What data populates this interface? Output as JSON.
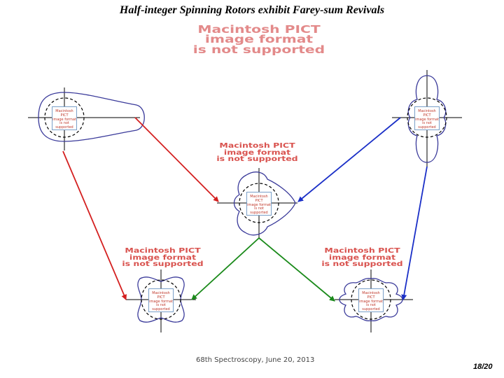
{
  "title": "Half-integer Spinning Rotors exhibit Farey-sum Revivals",
  "placeholder_large": [
    "Macintosh PICT",
    "image format",
    "is not supported"
  ],
  "placeholder_small": [
    "Macintosh PICT",
    "image format",
    "is not supported"
  ],
  "footer": "68th Spectroscopy, June 20, 2013",
  "page_number": "18/20",
  "colors": {
    "arrow_red": "#d42020",
    "arrow_blue": "#1a2fc7",
    "arrow_green": "#1a8a1a",
    "wave_outline": "#3a3a9a",
    "axis": "#000000"
  }
}
